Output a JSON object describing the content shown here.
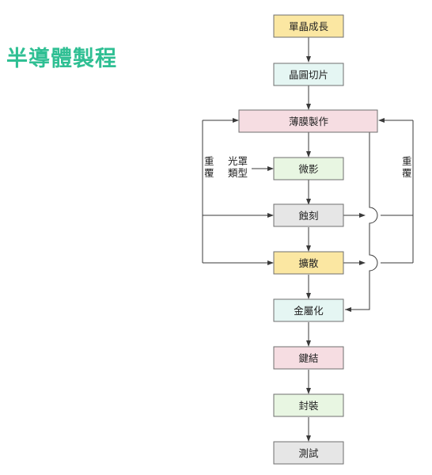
{
  "title": "半導體製程",
  "colors": {
    "title": "#2fbf93",
    "yellow": "#fbe7a2",
    "cyan": "#e5f6f3",
    "pink": "#f6dde2",
    "green": "#e8f6e2",
    "gray": "#e6e6e6"
  },
  "steps": {
    "crystal": "單晶成長",
    "slicing": "晶圓切片",
    "film": "薄膜製作",
    "litho": "微影",
    "etch": "蝕刻",
    "diffusion": "擴散",
    "metal": "金屬化",
    "bonding": "鍵結",
    "package": "封裝",
    "test": "測試"
  },
  "labels": {
    "mask_line1": "光罩",
    "mask_line2": "類型",
    "repeat_left_1": "重",
    "repeat_left_2": "覆",
    "repeat_right_1": "重",
    "repeat_right_2": "覆"
  }
}
